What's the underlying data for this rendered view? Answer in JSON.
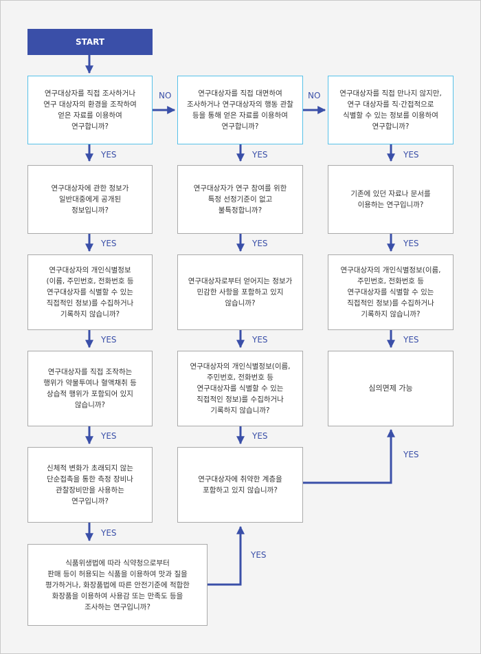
{
  "start": "START",
  "labels": {
    "yes": "YES",
    "no": "NO"
  },
  "colors": {
    "flow": "#3a4fa8",
    "accent_border": "#55c0e8",
    "box_border": "#a9a9a9"
  },
  "column1": [
    "연구대상자를 직접 조사하거나\n연구 대상자의 환경을 조작하여\n얻은 자료를 이용하여\n연구합니까?",
    "연구대상자에 관한 정보가\n일반대중에게 공개된\n정보입니까?",
    "연구대상자의 개인식별정보\n(이름, 주민번호, 전화번호 등\n연구대상자를 식별할 수 있는\n직접적인 정보)를 수집하거나\n기록하지 않습니까?",
    "연구대상자를 직접 조작하는\n행위가 약물투여나 혈액채취 등\n상습적 행위가 포함되어 있지\n않습니까?",
    "신체적 변화가 초래되지 않는\n단순접촉을 통한 측정 장비나\n관찰장비만을 사용하는\n연구입니까?",
    "식품위생법에 따라 식약청으로부터\n판매 등이 허용되는 식품을 이용하여 맛과 질을\n평가하거나, 화장품법에 따른 안전기준에 적합한\n화장품을 이용하여 사용감 또는 만족도 등을\n조사하는 연구입니까?"
  ],
  "column2": [
    "연구대상자를 직접 대면하여\n조사하거나 연구대상자의 행동 관찰\n등을 통해 얻은 자료를 이용하여\n연구합니까?",
    "연구대상자가 연구 참여를 위한\n특정 선정기준이 없고\n불특정합니까?",
    "연구대상자로부터 얻어지는 정보가\n민감한 사항을 포함하고 있지\n않습니까?",
    "연구대상자의 개인식별정보(이름,\n주민번호, 전화번호 등\n연구대상자를 식별할 수 있는\n직접적인 정보)를 수집하거나\n기록하지 않습니까?",
    "연구대상자에 취약한 계층을\n포함하고 있지 않습니까?"
  ],
  "column3": [
    "연구대상자를 직접 만나지 않지만,\n연구 대상자를 직·간접적으로\n식별할 수 있는 정보를 이용하여\n연구합니까?",
    "기존에 있던 자료나 문서를\n이용하는 연구입니까?",
    "연구대상자의 개인식별정보(이름,\n주민번호, 전화번호 등\n연구대상자를 식별할 수 있는\n직접적인 정보)를 수집하거나\n기록하지 않습니까?",
    "심의면제 가능"
  ]
}
